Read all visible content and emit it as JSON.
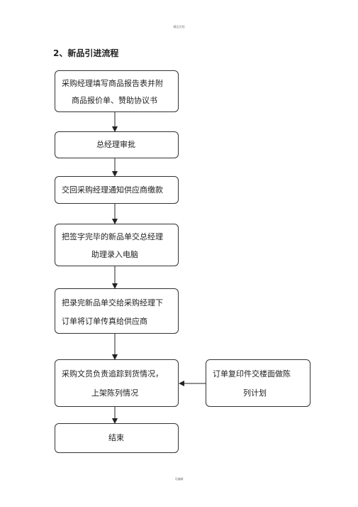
{
  "page": {
    "header_mark": "精品文档",
    "footer_mark": "可编辑"
  },
  "section": {
    "title": "2、新品引进流程"
  },
  "flow": {
    "step1": {
      "line1": "采购经理填写商品报告表并附",
      "line2": "商品报价单、赞助协议书"
    },
    "step2": {
      "line1": "总经理审批"
    },
    "step3": {
      "line1": "交回采购经理通知供应商缴款"
    },
    "step4": {
      "line1": "把签字完毕的新品单交总经理",
      "line2": "助理录入电脑"
    },
    "step5": {
      "line1": "把录完新品单交给采购经理下",
      "line2": "订单将订单传真给供应商"
    },
    "step6": {
      "line1": "采购文员负责追踪到货情况，",
      "line2": "上架陈列情况"
    },
    "side_step": {
      "line1": "订单复印件交楼面做陈",
      "line2": "列计划"
    },
    "end": {
      "line1": "结束"
    }
  }
}
